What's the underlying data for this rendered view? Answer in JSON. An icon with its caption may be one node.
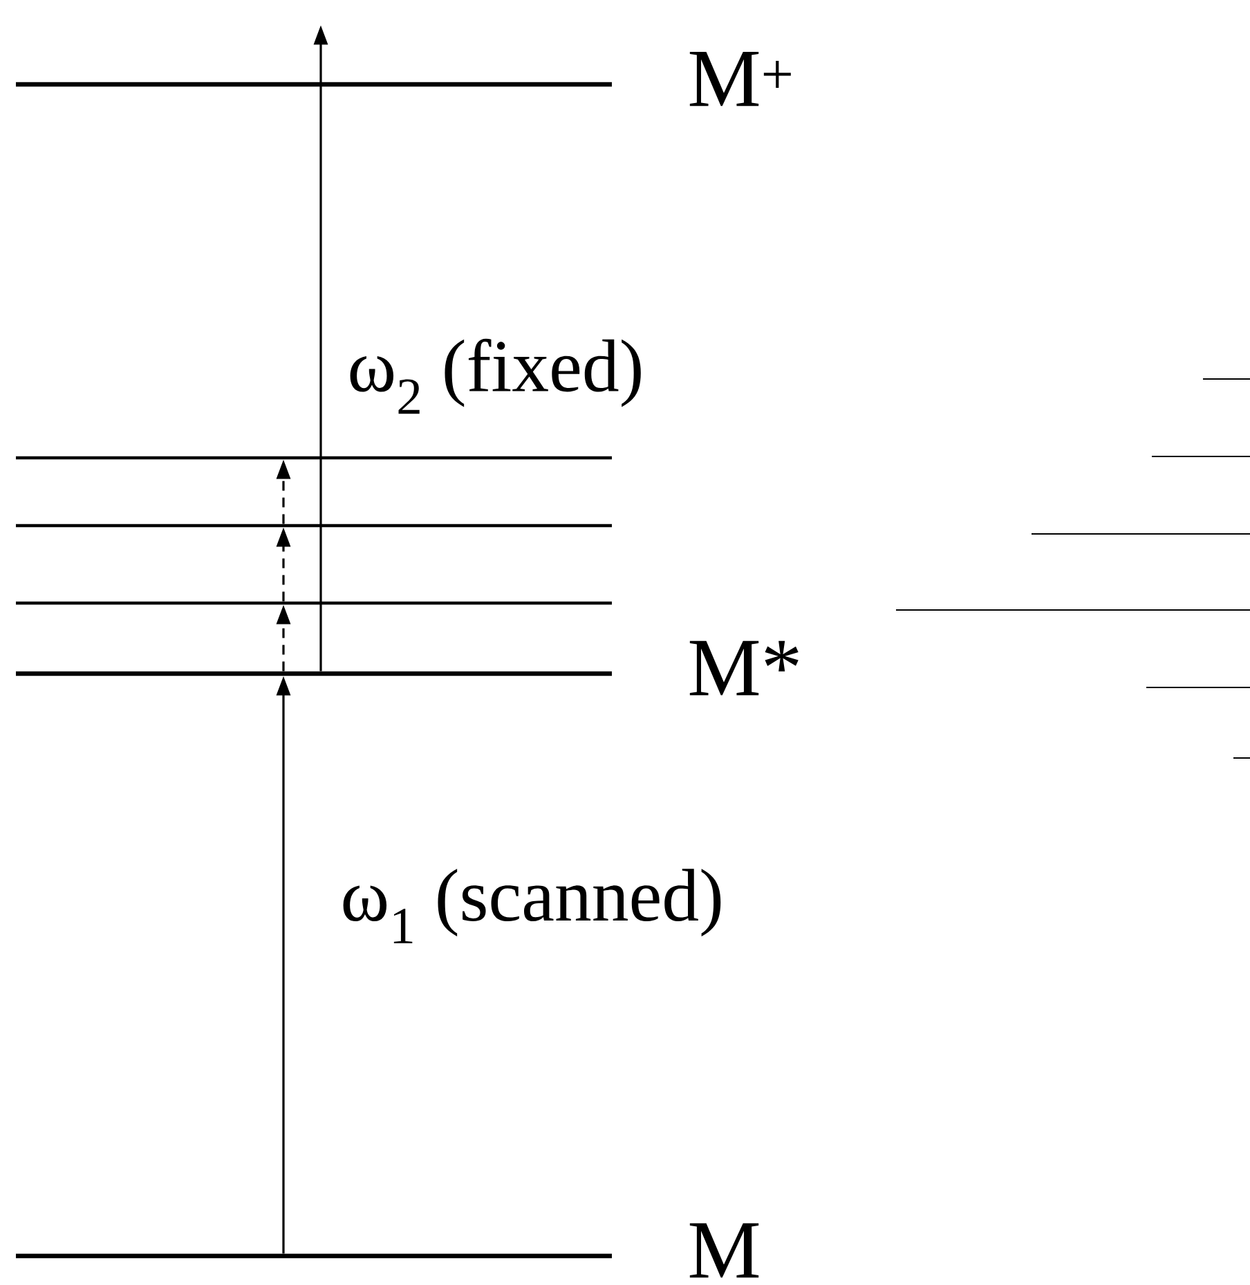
{
  "diagram": {
    "nodes": [
      {
        "text": [],
        "shape": "bar",
        "beside": [
          "M$^{+}$"
        ]
      },
      {
        "text": [],
        "shape": "bar"
      },
      {
        "text": [],
        "shape": "bar"
      },
      {
        "text": [],
        "shape": "bar"
      },
      {
        "text": [],
        "shape": "bar",
        "beside": [
          "M*"
        ]
      },
      {
        "text": [],
        "shape": "bar",
        "beside": [
          "M"
        ]
      }
    ],
    "edges": [
      {
        "from": 4,
        "to": 0,
        "arrow": "to",
        "label": "ω$_{2}$ (fixed)"
      },
      {
        "from": 4,
        "to": 3,
        "arrow": "to",
        "style": "dashed"
      },
      {
        "from": 3,
        "to": 2,
        "arrow": "to",
        "style": "dashed"
      },
      {
        "from": 2,
        "to": 1,
        "arrow": "to",
        "style": "dashed"
      },
      {
        "from": 5,
        "to": 4,
        "arrow": "to",
        "label": "ω$_{1}$ (scanned)"
      }
    ]
  }
}
